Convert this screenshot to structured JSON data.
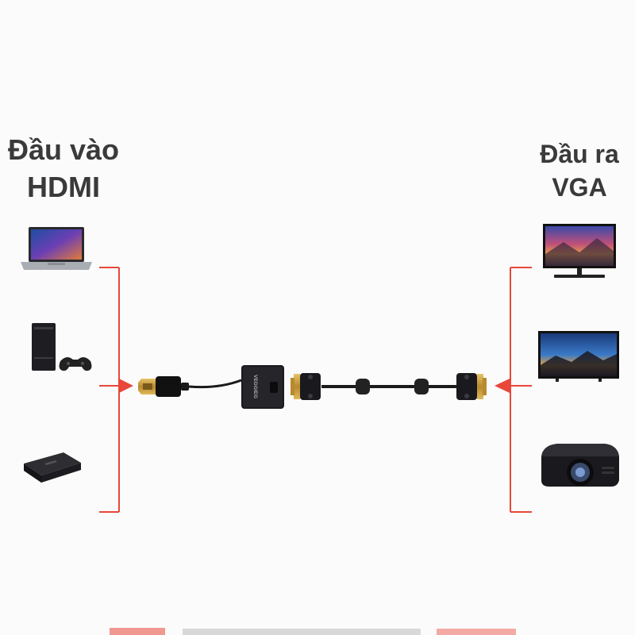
{
  "input_title": {
    "line1": "Đầu vào",
    "line2": "HDMI"
  },
  "output_title": {
    "line1": "Đầu ra",
    "line2": "VGA"
  },
  "adapter": {
    "brand": "VEGGIEG"
  },
  "colors": {
    "accent": "#e8473a",
    "text": "#3a3a3a",
    "cable": "#1a1a1a",
    "connector_gold": "#c89b3c"
  },
  "input_devices": [
    "laptop-icon",
    "game-console-icon",
    "tv-box-icon"
  ],
  "output_devices": [
    "monitor-icon",
    "tv-icon",
    "projector-icon"
  ]
}
